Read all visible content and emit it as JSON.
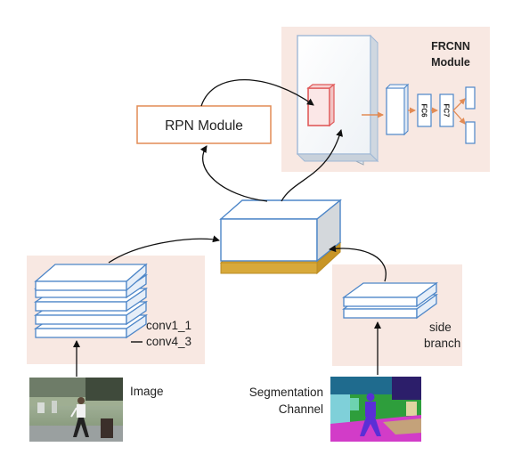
{
  "modules": {
    "frcnn_line1": "FRCNN",
    "frcnn_line2": "Module",
    "rpn": "RPN Module",
    "fc6": "FC6",
    "fc7": "FC7"
  },
  "backbone": {
    "conv_top": "conv1_1",
    "conv_bottom": "conv4_3"
  },
  "side": {
    "line1": "side",
    "line2": "branch"
  },
  "inputs": {
    "image": "Image",
    "segmentation_line1": "Segmentation",
    "segmentation_line2": "Channel"
  },
  "colors": {
    "panel": "#f8e8e2",
    "box_stroke": "#4d86c8",
    "rpn_stroke": "#e28b55",
    "fused_yellow": "#d8a93a",
    "roi_red": "#e05a5a",
    "arrow": "#111111"
  }
}
